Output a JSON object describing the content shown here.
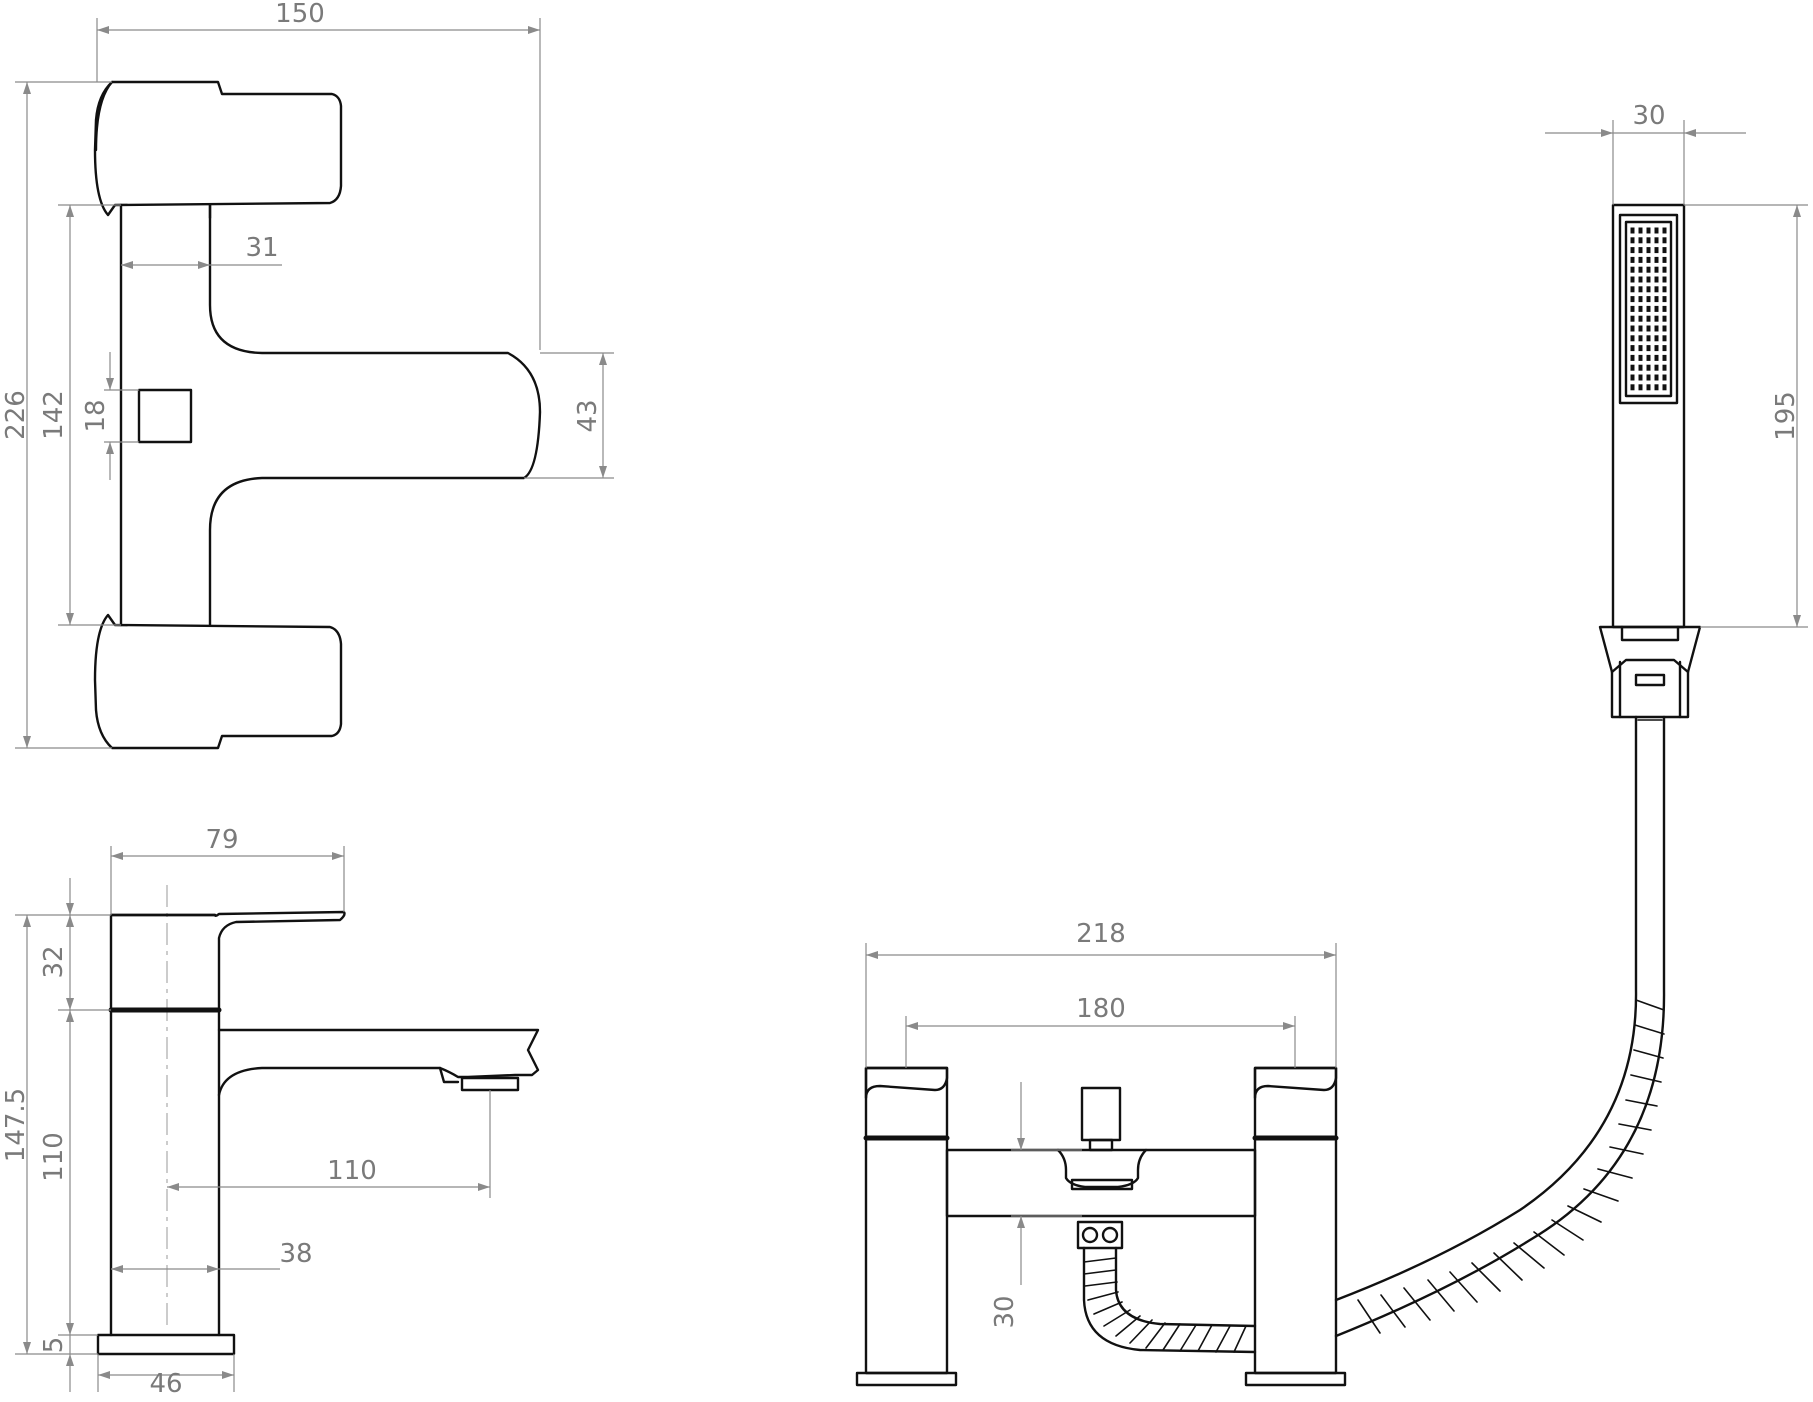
{
  "drawing": {
    "colors": {
      "object_line": "#111111",
      "dimension_line": "#8a8a8a",
      "background": "#ffffff"
    },
    "views": [
      {
        "name": "top-view",
        "dimensions": {
          "overall_width": "150",
          "overall_length": "226",
          "handle_spacing": "142",
          "body_width": "31",
          "button_size": "18",
          "spout_width": "43"
        }
      },
      {
        "name": "basin-mixer-side-view",
        "dimensions": {
          "depth": "79",
          "handle_height": "32",
          "overall_height": "147.5",
          "spout_height": "110",
          "spout_reach": "110",
          "body_depth": "38",
          "base_height": "5",
          "base_width": "46"
        }
      },
      {
        "name": "bath-shower-mixer-front-view",
        "dimensions": {
          "overall_width": "218",
          "centres": "180",
          "deck_clearance": "30"
        }
      },
      {
        "name": "handset",
        "dimensions": {
          "width": "30",
          "length": "195"
        }
      }
    ]
  }
}
